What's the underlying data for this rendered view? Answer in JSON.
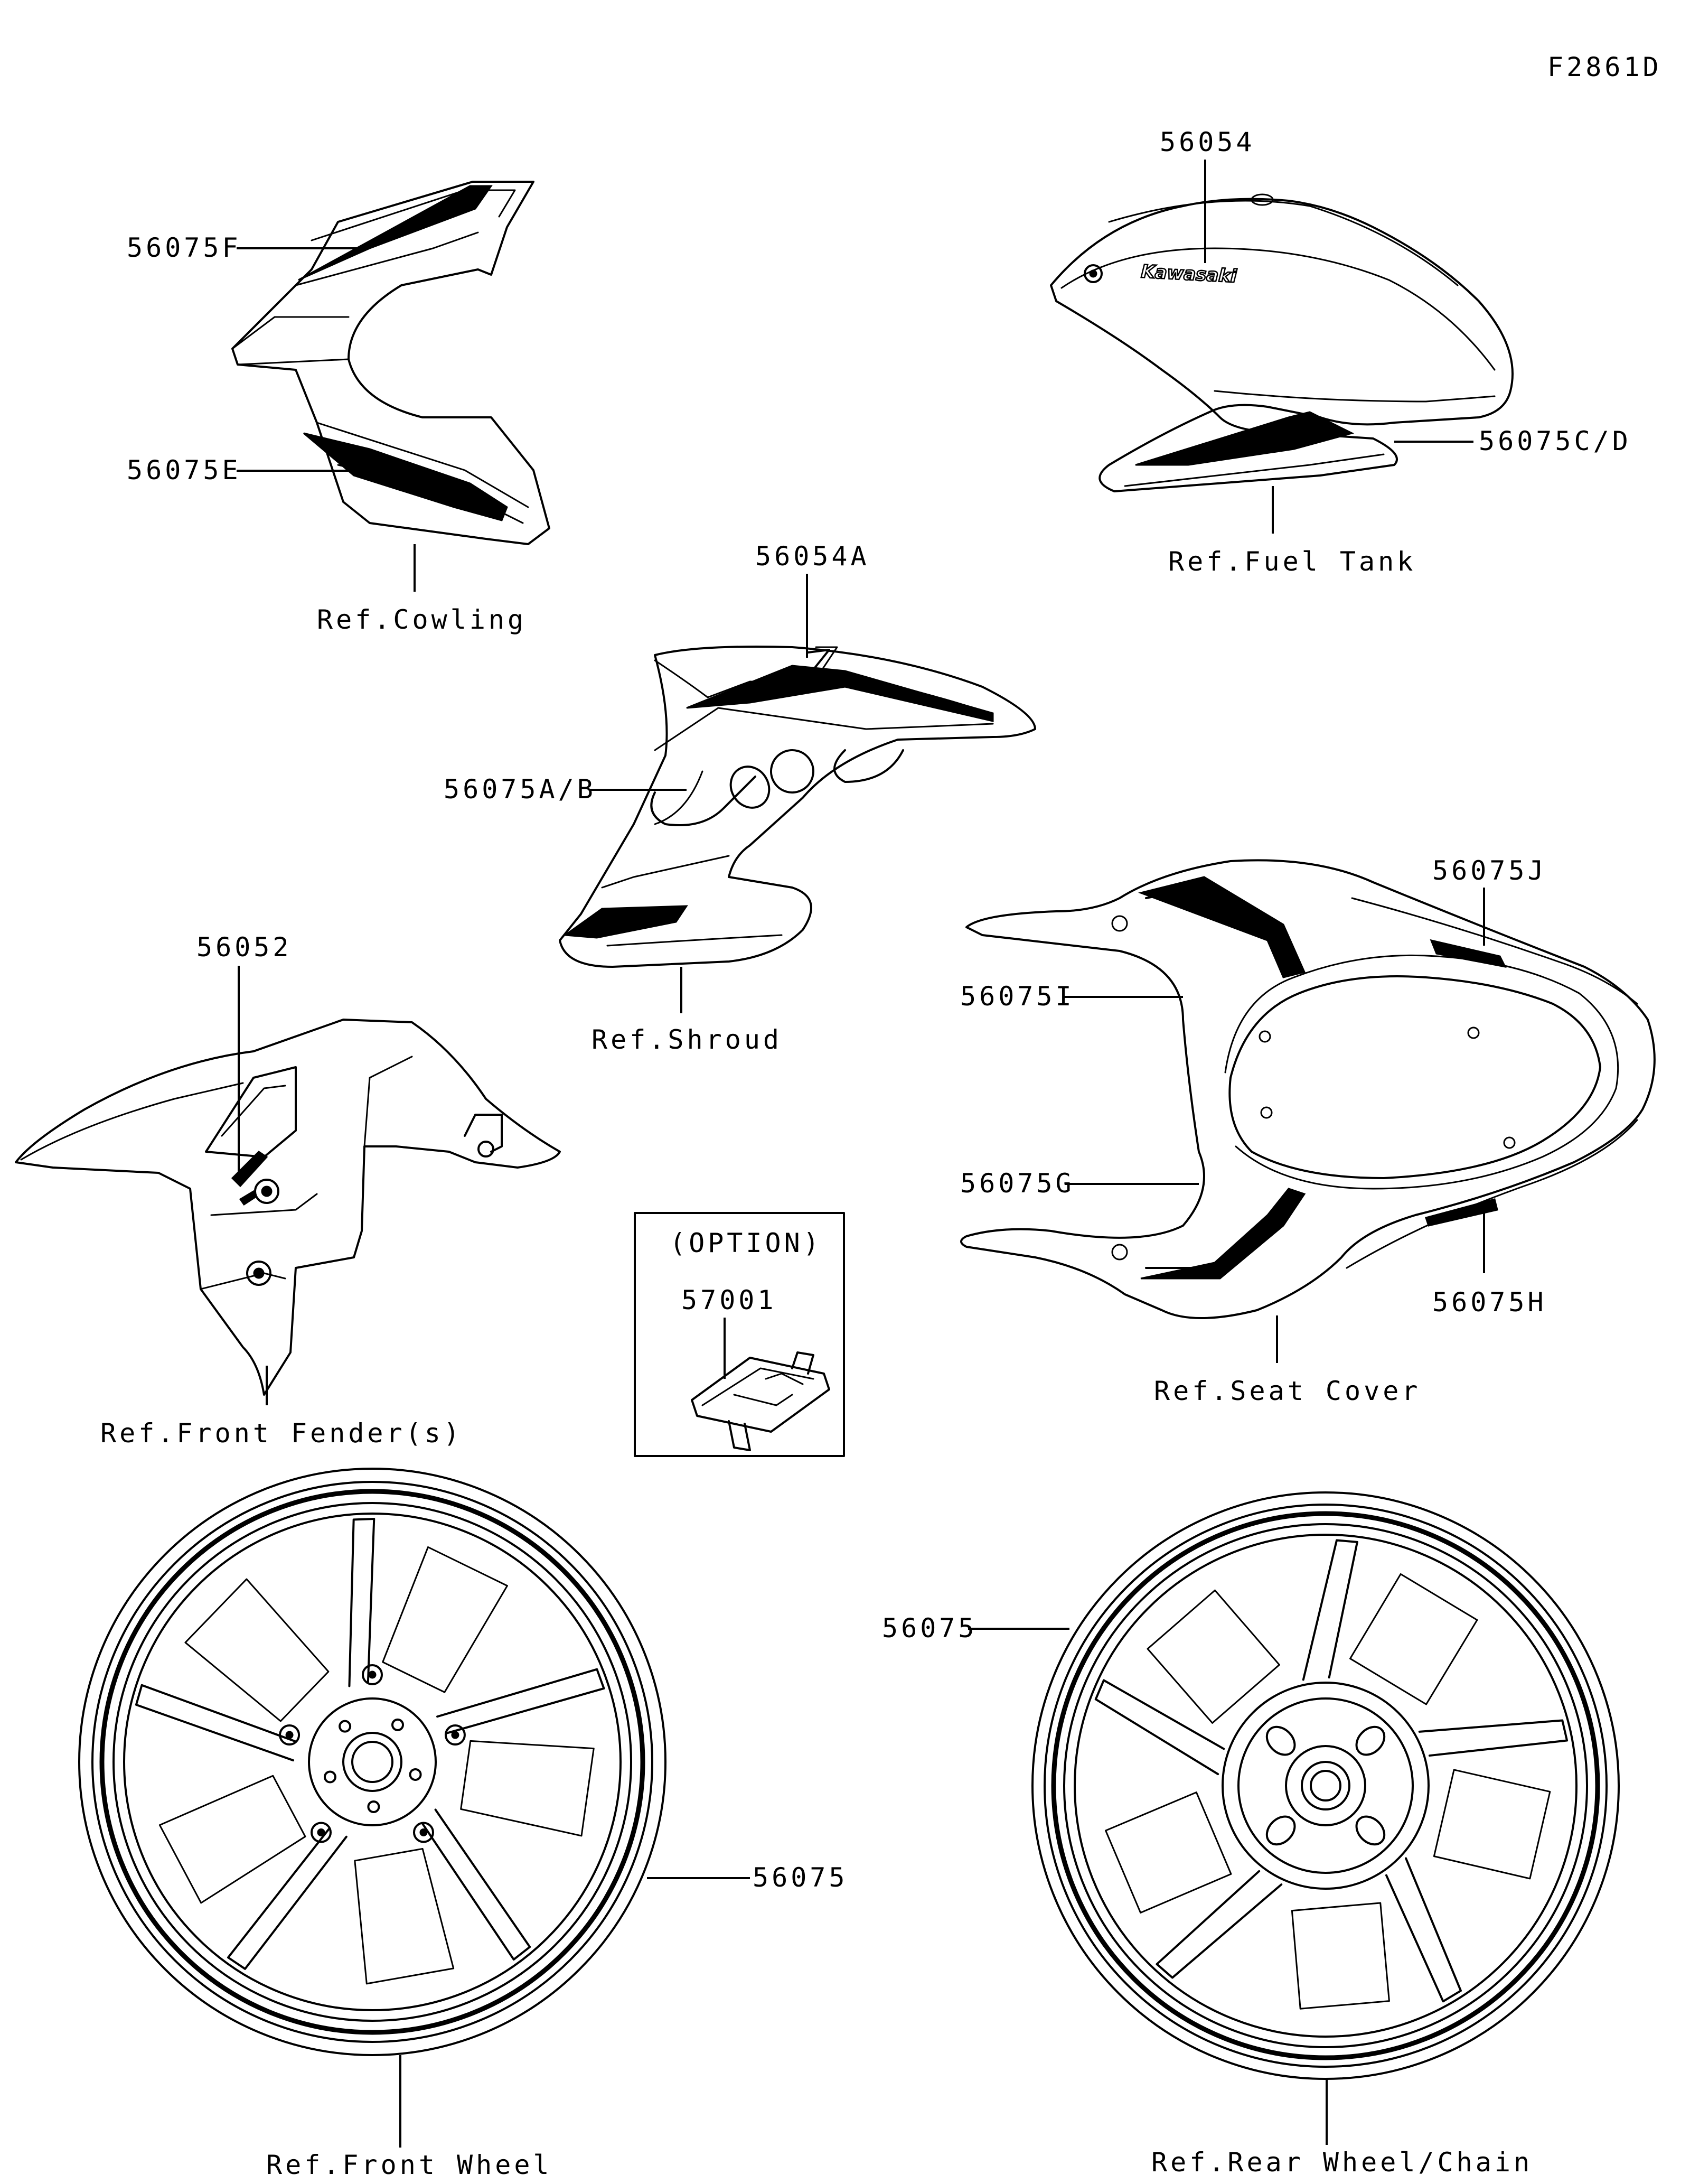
{
  "diagram_id": "F2861D",
  "labels": {
    "cowling_f": "56075F",
    "cowling_e": "56075E",
    "ref_cowling": "Ref.Cowling",
    "tank_logo": "56054",
    "tank_cd": "56075C/D",
    "ref_fuel_tank": "Ref.Fuel Tank",
    "shroud_z": "56054A",
    "shroud_ab": "56075A/B",
    "ref_shroud": "Ref.Shroud",
    "fender_label": "56052",
    "ref_front_fender": "Ref.Front Fender(s)",
    "option": "(OPTION)",
    "option_part": "57001",
    "seat_j": "56075J",
    "seat_i": "56075I",
    "seat_g": "56075G",
    "seat_h": "56075H",
    "ref_seat_cover": "Ref.Seat Cover",
    "front_wheel_stripe": "56075",
    "ref_front_wheel": "Ref.Front Wheel",
    "rear_wheel_stripe": "56075",
    "ref_rear_wheel": "Ref.Rear Wheel/Chain"
  },
  "tank_brand_text": "Kawasaki",
  "colors": {
    "line": "#000000",
    "background": "#ffffff"
  }
}
